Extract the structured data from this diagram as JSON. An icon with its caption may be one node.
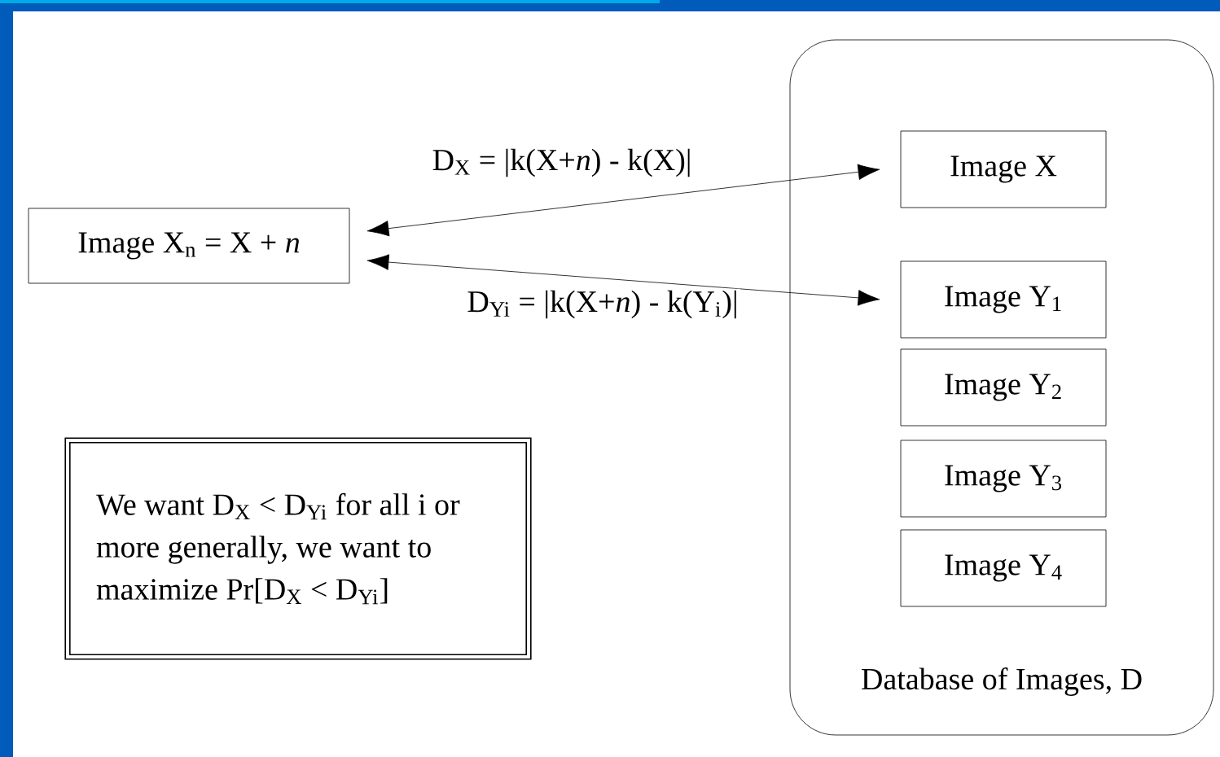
{
  "diagram": {
    "nodes": [
      {
        "text": [
          "Image X$_{n}$ = X + *n*"
        ]
      },
      {
        "text": [
          "Database of Images, D"
        ]
      },
      {
        "text": [
          "Image X"
        ],
        "in": 1
      },
      {
        "text": [
          "Image Y$_{1}$"
        ],
        "in": 1
      },
      {
        "text": [
          "Image Y$_{2}$"
        ],
        "in": 1
      },
      {
        "text": [
          "Image Y$_{3}$"
        ],
        "in": 1
      },
      {
        "text": [
          "Image Y$_{4}$"
        ],
        "in": 1
      },
      {
        "text": [
          "We want D$_{X}$ < D$_{Yi}$ for all i or more generally, we want to maximize Pr[D$_{X}$ < D$_{Yi}$]"
        ]
      }
    ],
    "edges": [
      {
        "from": 0,
        "to": 2,
        "arrow": "both",
        "label": "D$_{X}$ = |k(X+*n*) - k(X)|"
      },
      {
        "from": 0,
        "to": 3,
        "arrow": "both",
        "label": "D$_{Yi}$ = |k(X+*n*) - k(Y$_{i}$)|"
      }
    ]
  }
}
